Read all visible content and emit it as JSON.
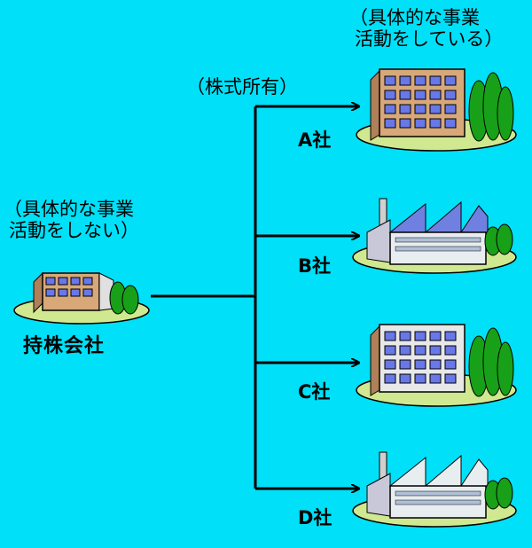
{
  "holding": {
    "note_line1": "（具体的な事業",
    "note_line2": "活動をしない）",
    "name": "持株会社"
  },
  "ownership_label": "（株式所有）",
  "subsidiary_note": {
    "line1": "（具体的な事業",
    "line2": "活動をしている）"
  },
  "subsidiaries": [
    {
      "name": "A社",
      "building": "office"
    },
    {
      "name": "B社",
      "building": "factory"
    },
    {
      "name": "C社",
      "building": "office"
    },
    {
      "name": "D社",
      "building": "factory"
    }
  ],
  "colors": {
    "background": "#00e0f8",
    "line": "#000000",
    "lawn": "#d0e890",
    "tree": "#18a018",
    "office_wall": "#d8a878",
    "window": "#6878e8",
    "factory_roof": "#7080e0"
  }
}
